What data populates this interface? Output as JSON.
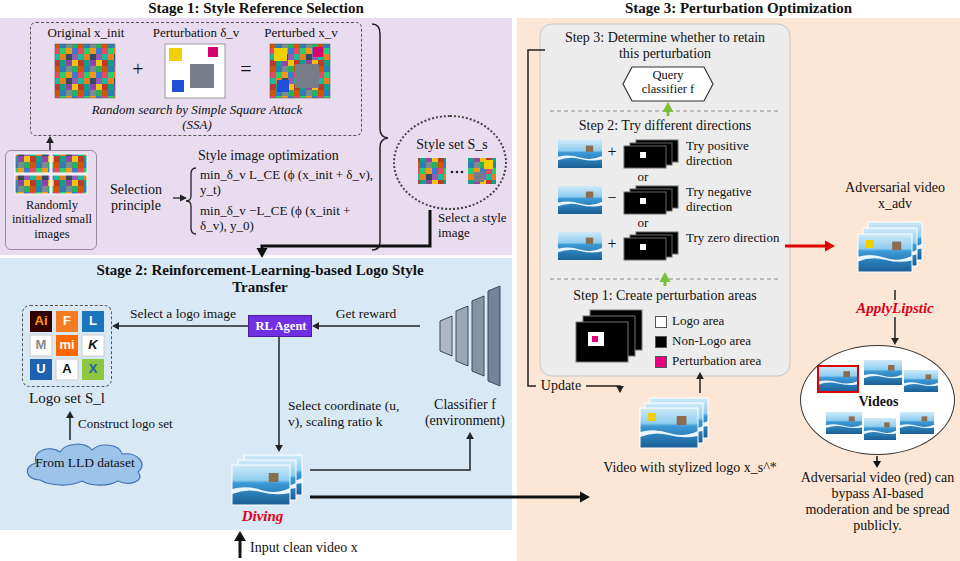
{
  "diagram": {
    "nodes": [
      {
        "text": [
          "Stage 1: Style Reference Selection"
        ]
      },
      {
        "text": [
          "Original x_init",
          "Perturbation δ_v",
          "Perturbed x_v",
          "Random search by Simple Square Attack (SSA)"
        ],
        "in": 0
      },
      {
        "text": [
          "Randomly initialized small images"
        ],
        "in": 0
      },
      {
        "text": [
          "Style set S_s"
        ],
        "in": 0
      },
      {
        "text": [
          "Stage 2: Reinforcement-Learning-based Logo Style Transfer"
        ]
      },
      {
        "text": [
          "Logo set S_l"
        ],
        "in": 4
      },
      {
        "text": [
          "From LLD dataset"
        ],
        "in": 4
      },
      {
        "text": [
          "RL Agent"
        ],
        "in": 4
      },
      {
        "text": [
          "Classifier f (environment)"
        ],
        "in": 4
      },
      {
        "text": [
          "Diving"
        ],
        "in": 4
      },
      {
        "text": [
          "Stage 3: Perturbation Optimization"
        ]
      },
      {
        "text": [
          "Step 3: Determine whether to retain this perturbation"
        ],
        "in": 10
      },
      {
        "text": [
          "Query classifier f"
        ],
        "in": 11
      },
      {
        "text": [
          "Step 2: Try different directions"
        ],
        "in": 10
      },
      {
        "text": [
          "Step 1: Create perturbation areas"
        ],
        "in": 10
      },
      {
        "text": [
          "Video with stylized logo x_s^*"
        ],
        "in": 10
      },
      {
        "text": [
          "Adversarial video x_adv"
        ],
        "in": 10
      },
      {
        "text": [
          "Videos"
        ],
        "in": 10
      }
    ],
    "edges": [
      {
        "from": 2,
        "to": 1,
        "arrow": "to"
      },
      {
        "from": 3,
        "to": 4,
        "label": "Select a style image",
        "arrow": "to"
      },
      {
        "from": 7,
        "to": 5,
        "label": "Select a logo image",
        "arrow": "to"
      },
      {
        "from": 6,
        "to": 5,
        "label": "Construct logo set",
        "arrow": "to"
      },
      {
        "from": 8,
        "to": 7,
        "label": "Get reward",
        "arrow": "to"
      },
      {
        "from": 7,
        "to": 9,
        "label": "Select coordinate (u, v), scaling ratio k",
        "arrow": "to"
      },
      {
        "from": 9,
        "to": 8,
        "arrow": "to"
      },
      {
        "from": 9,
        "to": 15,
        "arrow": "to"
      },
      {
        "from": 15,
        "to": 14,
        "arrow": "to"
      },
      {
        "from": 14,
        "to": 13,
        "arrow": "to"
      },
      {
        "from": 13,
        "to": 12,
        "arrow": "to"
      },
      {
        "from": 11,
        "to": 15,
        "label": "Update",
        "arrow": "to"
      },
      {
        "from": 13,
        "to": 16,
        "arrow": "to"
      },
      {
        "from": 16,
        "to": 17,
        "label": "ApplyLipstic",
        "arrow": "to"
      }
    ],
    "labels": [
      "+",
      "=",
      "Selection principle",
      "Style image optimization",
      "min_δ_v L_CE (ϕ (x_init + δ_v), y_t)",
      "min_δ_v −L_CE (ϕ (x_init + δ_v), y_0)",
      "Ai",
      "F",
      "L",
      "M",
      "mi",
      "K",
      "U",
      "A",
      "X",
      "Input clean video x",
      "+",
      "or",
      "−",
      "or",
      "+",
      "Try positive direction",
      "Try negative direction",
      "Try zero direction",
      "Adversarial video (red) can bypass AI-based moderation and be spread publicly."
    ],
    "legend": [
      {
        "text": "Logo area",
        "color": "#ffffff"
      },
      {
        "text": "Non-Logo area",
        "color": "#000000"
      },
      {
        "text": "Perturbation area",
        "color": "#e6007e"
      }
    ]
  }
}
